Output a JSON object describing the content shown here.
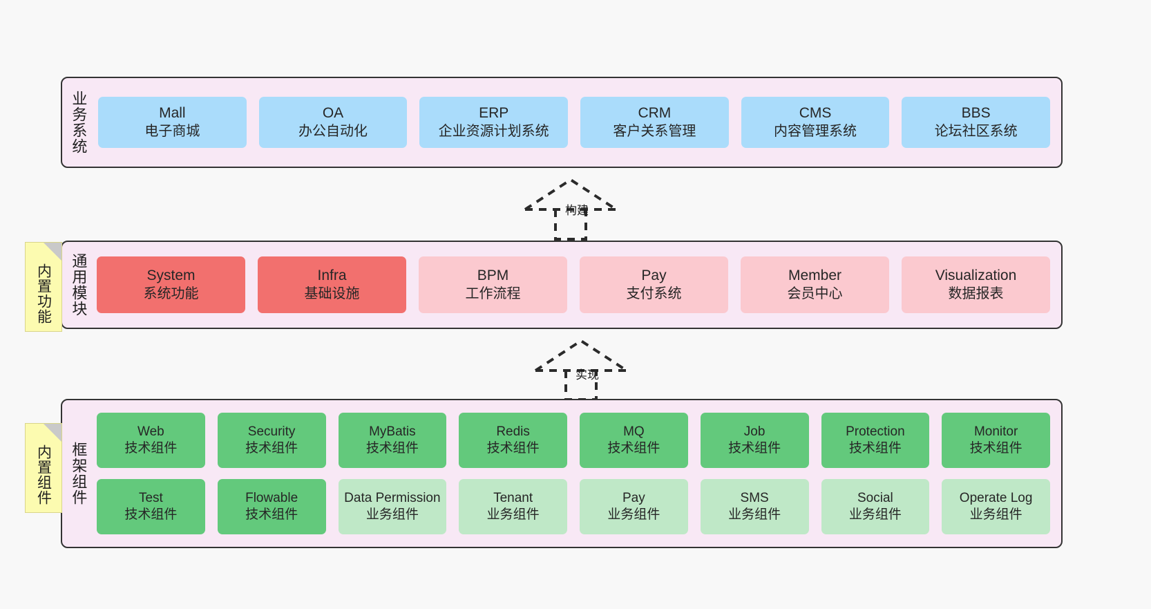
{
  "diagram": {
    "background_color": "#f8f8f8",
    "layer_fill": "#f8e8f5",
    "layer_border": "#333333",
    "colors": {
      "business_system": "#aadcfb",
      "module_strong": "#f2706e",
      "module_soft": "#fbc9cf",
      "tech_component": "#63c97c",
      "biz_component": "#bfe8c7",
      "sticky_note": "#fcfbb0",
      "sticky_fold": "#c9c9c9"
    }
  },
  "layers": {
    "business": {
      "title": "业务系统",
      "nodes": [
        {
          "en": "Mall",
          "cn": "电子商城"
        },
        {
          "en": "OA",
          "cn": "办公自动化"
        },
        {
          "en": "ERP",
          "cn": "企业资源计划系统"
        },
        {
          "en": "CRM",
          "cn": "客户关系管理"
        },
        {
          "en": "CMS",
          "cn": "内容管理系统"
        },
        {
          "en": "BBS",
          "cn": "论坛社区系统"
        }
      ]
    },
    "modules": {
      "title": "通用模块",
      "sticky": "内置功能",
      "nodes": [
        {
          "en": "System",
          "cn": "系统功能",
          "style": "strong"
        },
        {
          "en": "Infra",
          "cn": "基础设施",
          "style": "strong"
        },
        {
          "en": "BPM",
          "cn": "工作流程",
          "style": "soft"
        },
        {
          "en": "Pay",
          "cn": "支付系统",
          "style": "soft"
        },
        {
          "en": "Member",
          "cn": "会员中心",
          "style": "soft"
        },
        {
          "en": "Visualization",
          "cn": "数据报表",
          "style": "soft"
        }
      ]
    },
    "framework": {
      "title": "框架组件",
      "sticky": "内置组件",
      "row_top": [
        {
          "en": "Web",
          "cn": "技术组件"
        },
        {
          "en": "Security",
          "cn": "技术组件"
        },
        {
          "en": "MyBatis",
          "cn": "技术组件"
        },
        {
          "en": "Redis",
          "cn": "技术组件"
        },
        {
          "en": "MQ",
          "cn": "技术组件"
        },
        {
          "en": "Job",
          "cn": "技术组件"
        },
        {
          "en": "Protection",
          "cn": "技术组件"
        },
        {
          "en": "Monitor",
          "cn": "技术组件"
        }
      ],
      "row_bottom": [
        {
          "en": "Test",
          "cn": "技术组件",
          "style": "tech"
        },
        {
          "en": "Flowable",
          "cn": "技术组件",
          "style": "tech"
        },
        {
          "en": "Data Permission",
          "cn": "业务组件",
          "style": "biz"
        },
        {
          "en": "Tenant",
          "cn": "业务组件",
          "style": "biz"
        },
        {
          "en": "Pay",
          "cn": "业务组件",
          "style": "biz"
        },
        {
          "en": "SMS",
          "cn": "业务组件",
          "style": "biz"
        },
        {
          "en": "Social",
          "cn": "业务组件",
          "style": "biz"
        },
        {
          "en": "Operate Log",
          "cn": "业务组件",
          "style": "biz"
        }
      ]
    }
  },
  "connectors": {
    "build": {
      "label": "构建",
      "style": "dashed-generalization"
    },
    "implement": {
      "label": "实现",
      "style": "dashed-generalization"
    }
  }
}
